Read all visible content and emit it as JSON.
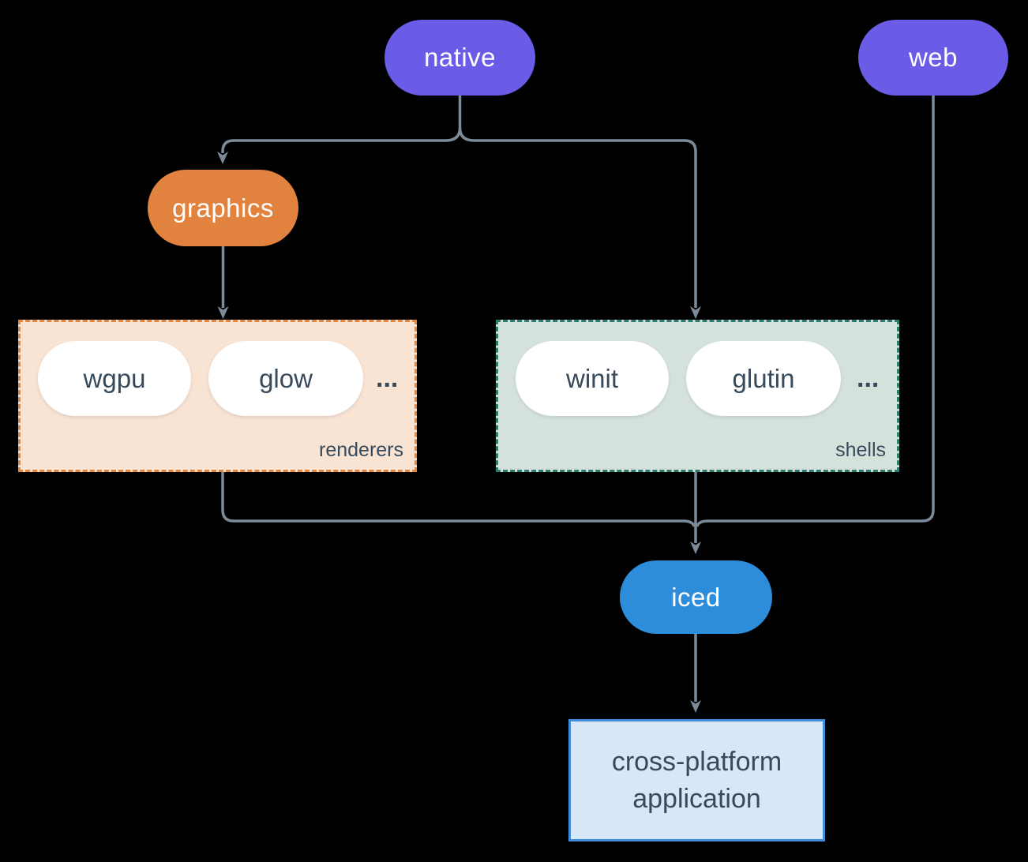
{
  "nodes": {
    "native": {
      "label": "native"
    },
    "web": {
      "label": "web"
    },
    "graphics": {
      "label": "graphics"
    },
    "iced": {
      "label": "iced"
    },
    "application": {
      "lines": [
        "cross-platform",
        "application"
      ]
    }
  },
  "groups": {
    "renderers": {
      "label": "renderers",
      "items": [
        "wgpu",
        "glow"
      ],
      "ellipsis": "..."
    },
    "shells": {
      "label": "shells",
      "items": [
        "winit",
        "glutin"
      ],
      "ellipsis": "..."
    }
  },
  "colors": {
    "background": "#000000",
    "purple": "#6a5ce6",
    "orange": "#e1833e",
    "blue": "#2d8dda",
    "renderers-bg": "#f9e4d4",
    "renderers-border": "#e2873f",
    "shells-bg": "#d5e2dc",
    "shells-border": "#2d7d6e",
    "app-bg": "#d8e7f8",
    "app-border": "#3d8edb",
    "ink": "#374a5c",
    "line": "#7c8b9a",
    "pill-text": "#ffffff",
    "white": "#ffffff"
  }
}
